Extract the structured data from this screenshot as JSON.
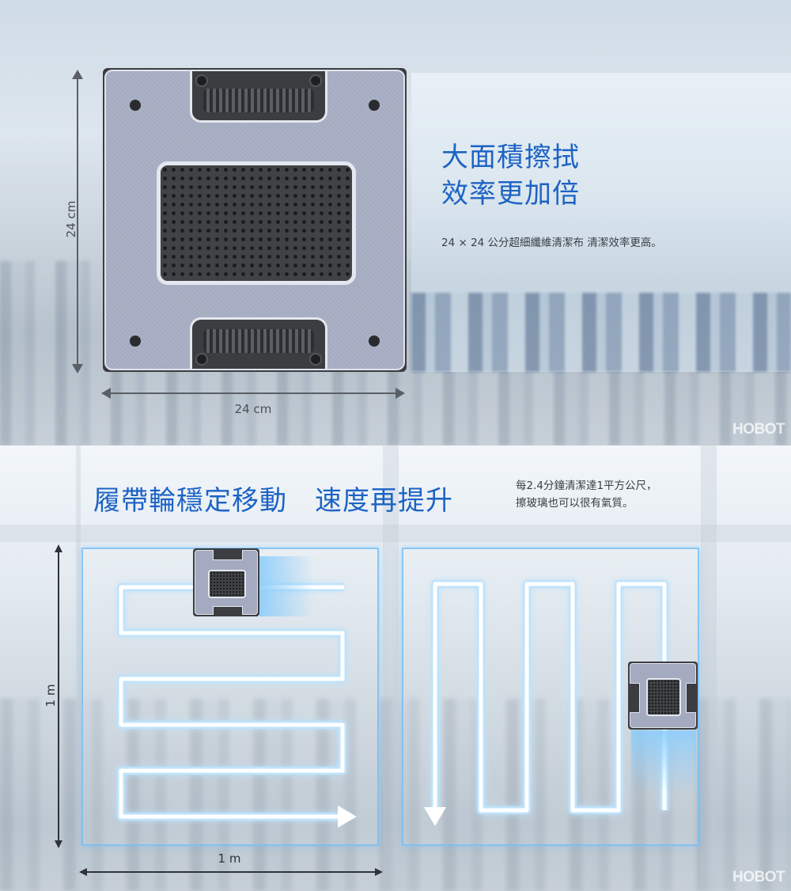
{
  "section1": {
    "dim_vertical_label": "24 cm",
    "dim_horizontal_label": "24 cm",
    "title_line1": "大面積擦拭",
    "title_line2": "效率更加倍",
    "description": "24 × 24 公分超細纖維清潔布 清潔效率更高。",
    "brand": "HOBOT"
  },
  "section2": {
    "title": "履帶輪穩定移動　速度再提升",
    "desc_line1": "每2.4分鐘清潔達1平方公尺，",
    "desc_line2": "擦玻璃也可以很有氣質。",
    "dim_vertical_label": "1 m",
    "dim_horizontal_label": "1 m",
    "brand": "HOBOT"
  },
  "colors": {
    "accent_title": "#1c63c4",
    "path_glow": "#8ccdfa",
    "pad": "#a4abc0"
  },
  "icons": [
    "robot-top-view",
    "robot-mini-view",
    "arrow-right-icon",
    "arrow-down-icon"
  ]
}
